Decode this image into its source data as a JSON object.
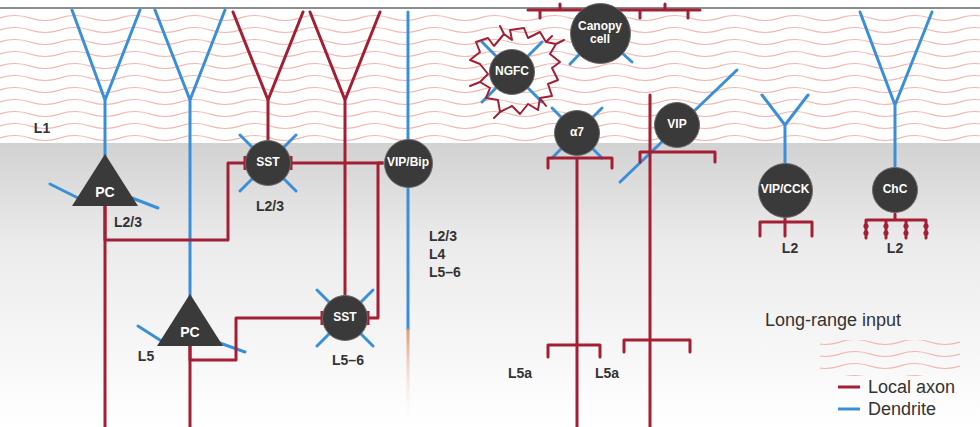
{
  "diagram": {
    "nodes": [
      {
        "text": [
          "Canopy cell"
        ]
      },
      {
        "text": [
          "NGFC"
        ]
      },
      {
        "text": [
          "α7"
        ]
      },
      {
        "text": [
          "VIP"
        ]
      },
      {
        "text": [
          "PC"
        ]
      },
      {
        "text": [
          "SST"
        ]
      },
      {
        "text": [
          "VIP/Bip"
        ]
      },
      {
        "text": [
          "VIP/CCK"
        ]
      },
      {
        "text": [
          "ChC"
        ]
      },
      {
        "text": [
          "PC"
        ]
      },
      {
        "text": [
          "SST"
        ]
      }
    ],
    "edges": [
      {
        "from": 4,
        "to": 5,
        "arrow": "to"
      },
      {
        "from": 6,
        "to": 5,
        "arrow": "to"
      },
      {
        "from": 9,
        "to": 10,
        "arrow": "to"
      },
      {
        "from": 6,
        "to": 10,
        "arrow": "to"
      }
    ],
    "labels": [
      "L1",
      "L2/3",
      "L5",
      "L2/3",
      "L5–6",
      "L2/3",
      "L4",
      "L5–6",
      "L5a",
      "L5a",
      "L2",
      "L2"
    ],
    "legend": [
      {
        "text": "Long-range input"
      },
      {
        "text": "Local axon"
      },
      {
        "text": "Dendrite"
      }
    ]
  }
}
